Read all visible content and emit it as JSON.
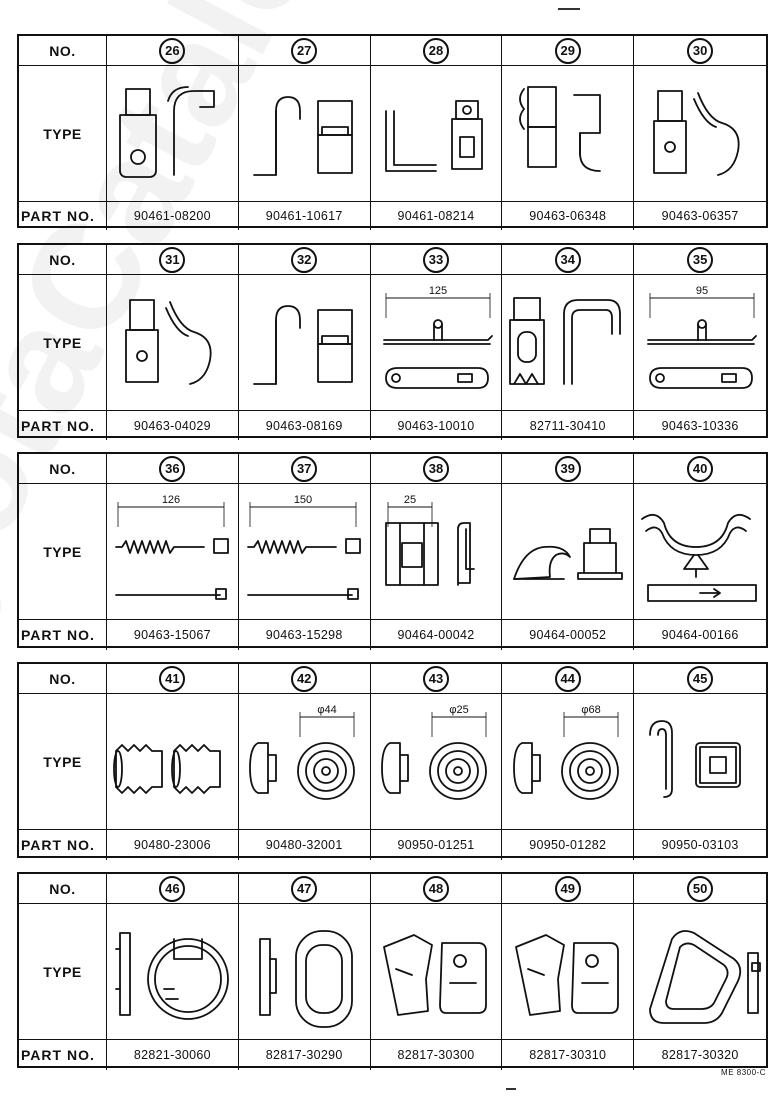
{
  "labels": {
    "no": "NO.",
    "type": "TYPE",
    "part_no": "PART NO."
  },
  "blocks": [
    {
      "items": [
        {
          "num": "26",
          "part": "90461-08200",
          "icon": "tab-clip-icon"
        },
        {
          "num": "27",
          "part": "90461-10617",
          "icon": "hook-clip-icon"
        },
        {
          "num": "28",
          "part": "90461-08214",
          "icon": "angle-clip-icon"
        },
        {
          "num": "29",
          "part": "90463-06348",
          "icon": "spring-clip-icon"
        },
        {
          "num": "30",
          "part": "90463-06357",
          "icon": "wire-clip-icon"
        }
      ]
    },
    {
      "items": [
        {
          "num": "31",
          "part": "90463-04029",
          "icon": "wire-clip-icon"
        },
        {
          "num": "32",
          "part": "90463-08169",
          "icon": "hook-clip-icon"
        },
        {
          "num": "33",
          "part": "90463-10010",
          "icon": "band-clamp-icon",
          "dim": "125"
        },
        {
          "num": "34",
          "part": "82711-30410",
          "icon": "bracket-clip-icon"
        },
        {
          "num": "35",
          "part": "90463-10336",
          "icon": "band-clamp-icon",
          "dim": "95"
        }
      ]
    },
    {
      "items": [
        {
          "num": "36",
          "part": "90463-15067",
          "icon": "cable-tie-icon",
          "dim": "126"
        },
        {
          "num": "37",
          "part": "90463-15298",
          "icon": "cable-tie-icon",
          "dim": "150"
        },
        {
          "num": "38",
          "part": "90464-00042",
          "icon": "block-clip-icon",
          "dim": "25"
        },
        {
          "num": "39",
          "part": "90464-00052",
          "icon": "saddle-clip-icon"
        },
        {
          "num": "40",
          "part": "90464-00166",
          "icon": "harness-clamp-icon"
        }
      ]
    },
    {
      "items": [
        {
          "num": "41",
          "part": "90480-23006",
          "icon": "grommet-sleeve-icon"
        },
        {
          "num": "42",
          "part": "90480-32001",
          "icon": "grommet-icon",
          "dim": "φ44"
        },
        {
          "num": "43",
          "part": "90950-01251",
          "icon": "grommet-icon",
          "dim": "φ25"
        },
        {
          "num": "44",
          "part": "90950-01282",
          "icon": "grommet-icon",
          "dim": "φ68"
        },
        {
          "num": "45",
          "part": "90950-03103",
          "icon": "nut-clip-icon"
        }
      ]
    },
    {
      "items": [
        {
          "num": "46",
          "part": "82821-30060",
          "icon": "round-grommet-icon"
        },
        {
          "num": "47",
          "part": "82817-30290",
          "icon": "oval-grommet-icon"
        },
        {
          "num": "48",
          "part": "82817-30300",
          "icon": "cover-icon"
        },
        {
          "num": "49",
          "part": "82817-30310",
          "icon": "cover-icon"
        },
        {
          "num": "50",
          "part": "82817-30320",
          "icon": "triangle-grommet-icon"
        }
      ]
    }
  ],
  "footer": "ME 8300-C",
  "watermark": "ToyotaCatalog.ru"
}
